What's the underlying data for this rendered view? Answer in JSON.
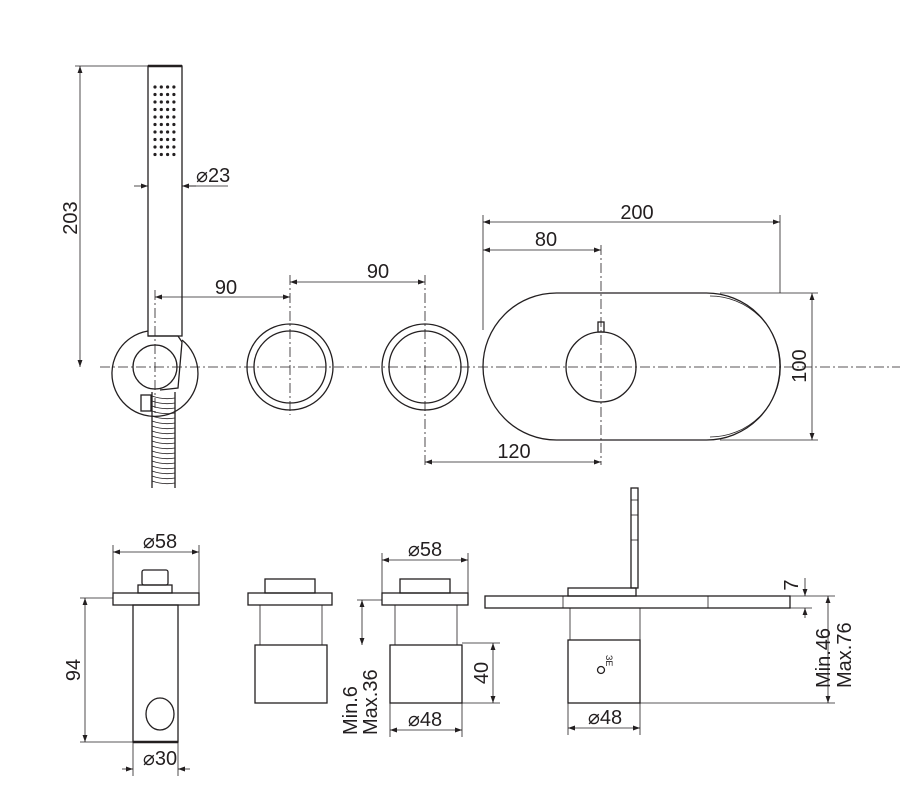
{
  "colors": {
    "line": "#231f20",
    "background": "#ffffff"
  },
  "top_view": {
    "hand_shower_length": "203",
    "hand_shower_diameter": "⌀23",
    "spacing_holder_to_knob": "90",
    "spacing_knob_to_knob": "90",
    "plate_width": "200",
    "plate_to_knob_center": "80",
    "plate_height": "100",
    "knob_to_mixer_center": "120"
  },
  "side_view": {
    "holder_flange_diameter": "⌀58",
    "holder_depth": "94",
    "holder_body_diameter": "⌀30",
    "knob_flange_diameter": "⌀58",
    "knob_wall_depth_min": "Min.6",
    "knob_wall_depth_max": "Max.36",
    "knob_body_height": "40",
    "knob_body_diameter": "⌀48",
    "mixer_body_diameter": "⌀48",
    "plate_thickness": "7",
    "mixer_depth_min": "Min.46",
    "mixer_depth_max": "Max.76",
    "mixer_marking": "ЗЕ"
  }
}
